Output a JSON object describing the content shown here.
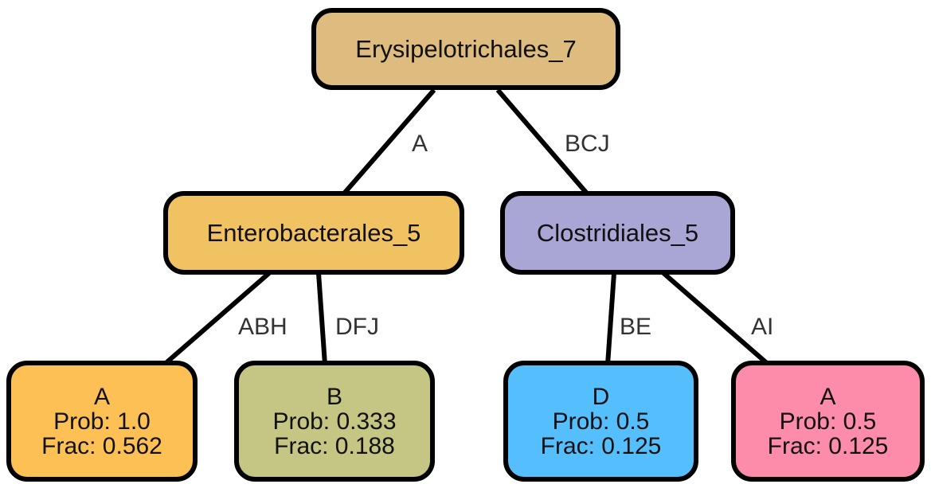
{
  "tree": {
    "root": {
      "label": "Erysipelotrichales_7",
      "color": "#DEBB7E"
    },
    "internal": [
      {
        "label": "Enterobacterales_5",
        "color": "#F0C262",
        "edge_label": "A"
      },
      {
        "label": "Clostridiales_5",
        "color": "#A9A5D4",
        "edge_label": "BCJ"
      }
    ],
    "leaves": [
      {
        "label": "A",
        "prob": "Prob: 1.0",
        "frac": "Frac: 0.562",
        "color": "#FDC055",
        "edge_label": "ABH"
      },
      {
        "label": "B",
        "prob": "Prob: 0.333",
        "frac": "Frac: 0.188",
        "color": "#C5C584",
        "edge_label": "DFJ"
      },
      {
        "label": "D",
        "prob": "Prob: 0.5",
        "frac": "Frac: 0.125",
        "color": "#55BEFD",
        "edge_label": "BE"
      },
      {
        "label": "A",
        "prob": "Prob: 0.5",
        "frac": "Frac: 0.125",
        "color": "#FD8BAA",
        "edge_label": "AI"
      }
    ]
  }
}
